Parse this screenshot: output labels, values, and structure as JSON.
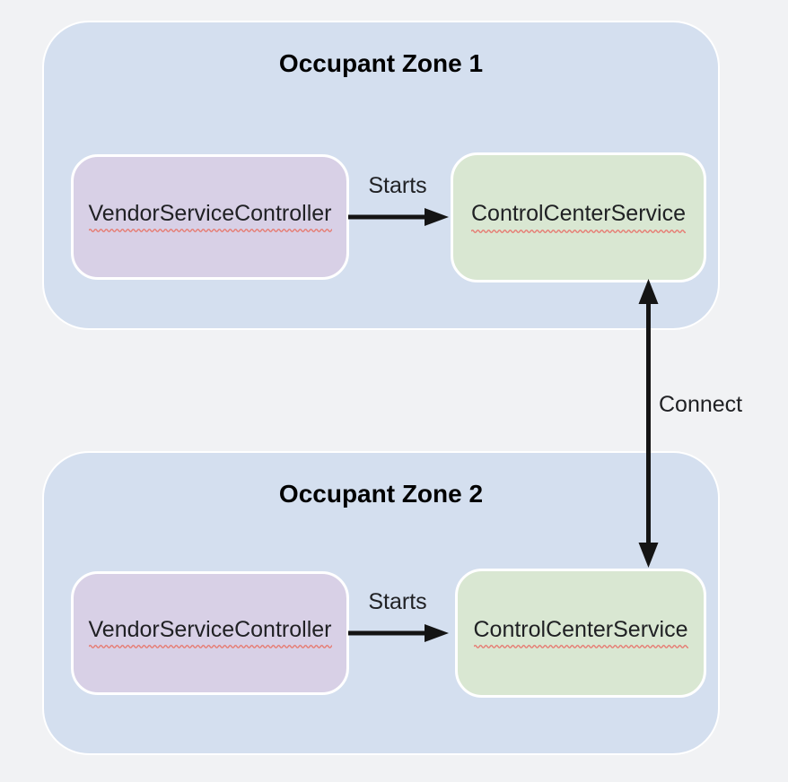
{
  "diagram": {
    "zones": [
      {
        "title": "Occupant Zone 1",
        "vendor_label": "VendorServiceController",
        "control_label": "ControlCenterService",
        "starts_label": "Starts"
      },
      {
        "title": "Occupant Zone 2",
        "vendor_label": "VendorServiceController",
        "control_label": "ControlCenterService",
        "starts_label": "Starts"
      }
    ],
    "connect_label": "Connect",
    "colors": {
      "background": "#f1f2f4",
      "zone_fill": "#d4dfef",
      "vendor_fill": "#d8d0e6",
      "control_fill": "#d9e7d2",
      "node_border": "#ffffff",
      "arrow": "#141414",
      "text": "#202124",
      "spellcheck_red": "#e67c73"
    }
  }
}
